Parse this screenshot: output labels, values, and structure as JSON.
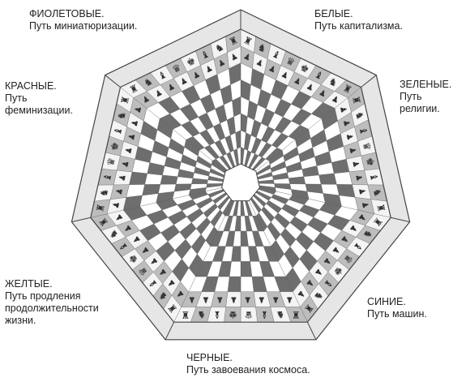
{
  "factions": [
    {
      "id": "violet",
      "name": "ФИОЛЕТОВЫЕ.",
      "lines": [
        "Путь миниатюризации."
      ]
    },
    {
      "id": "white",
      "name": "БЕЛЫЕ.",
      "lines": [
        "Путь капитализма."
      ]
    },
    {
      "id": "green",
      "name": "ЗЕЛЕНЫЕ.",
      "lines": [
        "Путь",
        "религии."
      ]
    },
    {
      "id": "red",
      "name": "КРАСНЫЕ.",
      "lines": [
        "Путь",
        "феминизации."
      ]
    },
    {
      "id": "yellow",
      "name": "ЖЕЛТЫЕ.",
      "lines": [
        "Путь продления",
        "продолжительности",
        "жизни."
      ]
    },
    {
      "id": "blue",
      "name": "СИНИЕ.",
      "lines": [
        "Путь машин."
      ]
    },
    {
      "id": "black",
      "name": "ЧЕРНЫЕ.",
      "lines": [
        "Путь завоевания космоса."
      ]
    }
  ],
  "board": {
    "sides": 7,
    "files_per_side": 8,
    "ranks": 8,
    "colors": {
      "dark": "#6e6e6e",
      "light": "#ffffff",
      "frame": "#e6e6e6",
      "line": "#444444"
    },
    "back_rank_pieces": [
      "♜",
      "♞",
      "♝",
      "♛",
      "♚",
      "♝",
      "♞",
      "♜"
    ],
    "pawn_piece": "♟"
  }
}
